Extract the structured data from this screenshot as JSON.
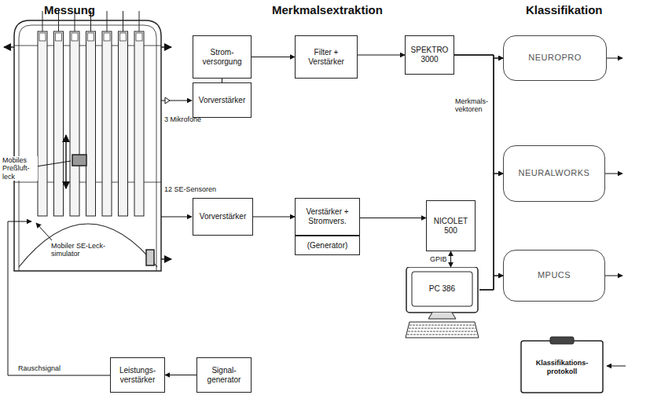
{
  "diagram": {
    "nodes": [
      {
        "text": [
          "Strom- versorgung"
        ]
      },
      {
        "text": [
          "Vorverstärker"
        ]
      },
      {
        "text": [
          "Filter + Verstärker"
        ]
      },
      {
        "text": [
          "SPEKTRO 3000"
        ]
      },
      {
        "text": [
          "NEUROPRO"
        ]
      },
      {
        "text": [
          "Vorverstärker"
        ]
      },
      {
        "text": [
          "Verstärker + Stromvers."
        ]
      },
      {
        "text": [
          "(Generator)"
        ]
      },
      {
        "text": [
          "NICOLET 500"
        ]
      },
      {
        "text": [
          "PC 386"
        ]
      },
      {
        "text": [
          "NEURALWORKS"
        ]
      },
      {
        "text": [
          "MPUCS"
        ]
      },
      {
        "text": [
          "Klassifikations- protokoll"
        ]
      },
      {
        "text": [
          "Leistungs- verstärker"
        ]
      },
      {
        "text": [
          "Signal- generator"
        ]
      }
    ],
    "edges": [
      {
        "from": 0,
        "to": 1,
        "arrow": "none"
      },
      {
        "from": 0,
        "to": 2,
        "arrow": "to"
      },
      {
        "from": 2,
        "to": 3,
        "arrow": "to"
      },
      {
        "from": 3,
        "to": 4,
        "arrow": "to"
      },
      {
        "from": 3,
        "to": 10,
        "arrow": "to"
      },
      {
        "from": 3,
        "to": 11,
        "arrow": "to"
      },
      {
        "from": 5,
        "to": 6,
        "arrow": "to"
      },
      {
        "from": 6,
        "to": 8,
        "arrow": "to"
      },
      {
        "from": 8,
        "to": 9,
        "label": "GPIB",
        "arrow": "both"
      },
      {
        "from": 9,
        "to": 4,
        "arrow": "to"
      },
      {
        "from": 9,
        "to": 10,
        "arrow": "to"
      },
      {
        "from": 9,
        "to": 11,
        "arrow": "to"
      },
      {
        "from": 14,
        "to": 13,
        "arrow": "to"
      }
    ],
    "labels": [
      "Messung",
      "Merkmalsextraktion",
      "Klassifikation",
      "Merkmals- vektoren",
      "3 Mikrofone",
      "12 SE-Sensoren",
      "Mobiles Preßluft- leck",
      "Mobiler SE-Leck- simulator",
      "Rauschsignal"
    ]
  }
}
